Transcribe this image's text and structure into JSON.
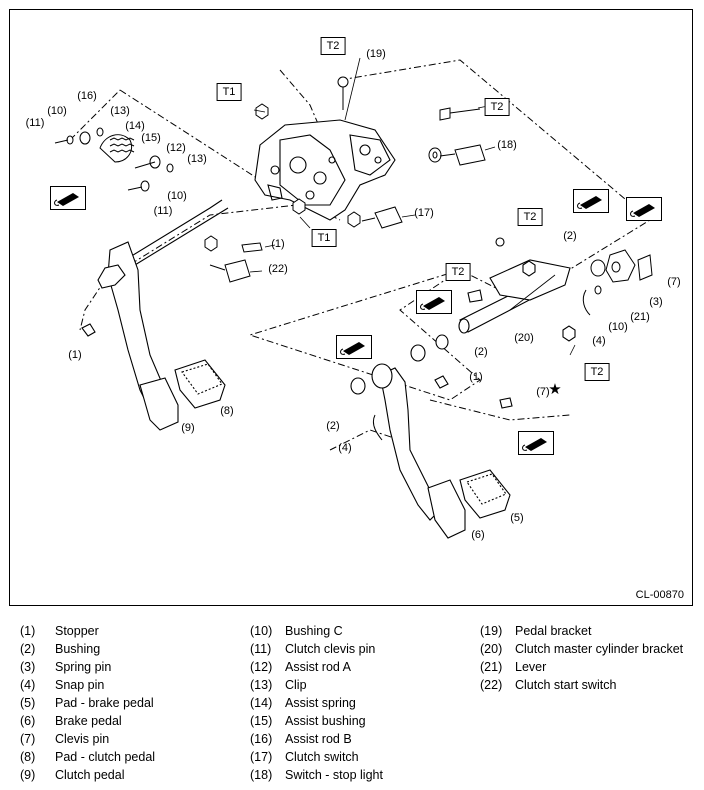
{
  "torque_labels": [
    "T2",
    "T1",
    "T2",
    "T1",
    "T2",
    "T2",
    "T2"
  ],
  "callouts": [
    "(19)",
    "(16)",
    "(10)",
    "(11)",
    "(13)",
    "(14)",
    "(15)",
    "(12)",
    "(13)",
    "(10)",
    "(11)",
    "(18)",
    "(17)",
    "(1)",
    "(22)",
    "(1)",
    "(2)",
    "(7)",
    "(3)",
    "(21)",
    "(10)",
    "(4)",
    "(20)",
    "(2)",
    "(2)",
    "(4)",
    "(1)",
    "(7)",
    "(8)",
    "(9)",
    "(5)",
    "(6)"
  ],
  "drawing_code": "CL-00870",
  "legend": [
    {
      "num": "(1)",
      "name": "Stopper"
    },
    {
      "num": "(2)",
      "name": "Bushing"
    },
    {
      "num": "(3)",
      "name": "Spring pin"
    },
    {
      "num": "(4)",
      "name": "Snap pin"
    },
    {
      "num": "(5)",
      "name": "Pad - brake pedal"
    },
    {
      "num": "(6)",
      "name": "Brake pedal"
    },
    {
      "num": "(7)",
      "name": "Clevis pin"
    },
    {
      "num": "(8)",
      "name": "Pad - clutch pedal"
    },
    {
      "num": "(9)",
      "name": "Clutch pedal"
    },
    {
      "num": "(10)",
      "name": "Bushing C"
    },
    {
      "num": "(11)",
      "name": "Clutch clevis pin"
    },
    {
      "num": "(12)",
      "name": "Assist rod A"
    },
    {
      "num": "(13)",
      "name": "Clip"
    },
    {
      "num": "(14)",
      "name": "Assist spring"
    },
    {
      "num": "(15)",
      "name": "Assist bushing"
    },
    {
      "num": "(16)",
      "name": "Assist rod B"
    },
    {
      "num": "(17)",
      "name": "Clutch switch"
    },
    {
      "num": "(18)",
      "name": "Switch - stop light"
    },
    {
      "num": "(19)",
      "name": "Pedal bracket"
    },
    {
      "num": "(20)",
      "name": "Clutch master cylinder bracket"
    },
    {
      "num": "(21)",
      "name": "Lever"
    },
    {
      "num": "(22)",
      "name": "Clutch start switch"
    }
  ]
}
